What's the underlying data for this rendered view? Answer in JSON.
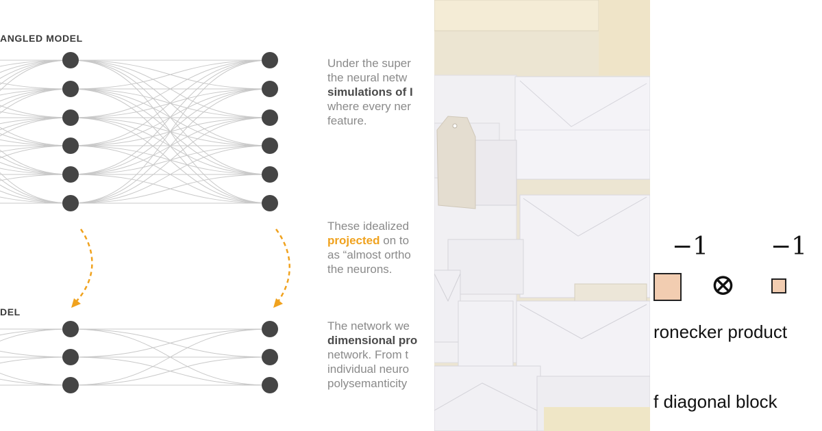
{
  "left_panel": {
    "top_label": "ANGLED MODEL",
    "bottom_label": "DEL",
    "paragraphs": [
      {
        "lines": [
          [
            {
              "t": "Under the super",
              "s": "normal"
            }
          ],
          [
            {
              "t": "the neural netw",
              "s": "normal"
            }
          ],
          [
            {
              "t": "simulations of I",
              "s": "bold"
            }
          ],
          [
            {
              "t": "where every ner",
              "s": "normal"
            }
          ],
          [
            {
              "t": "feature.",
              "s": "normal"
            }
          ]
        ]
      },
      {
        "lines": [
          [
            {
              "t": "These idealized",
              "s": "normal"
            }
          ],
          [
            {
              "t": "projected",
              "s": "hl"
            },
            {
              "t": " on to",
              "s": "normal"
            }
          ],
          [
            {
              "t": "as “almost ortho",
              "s": "normal"
            }
          ],
          [
            {
              "t": "the neurons.",
              "s": "normal"
            }
          ]
        ]
      },
      {
        "lines": [
          [
            {
              "t": "The network we",
              "s": "normal"
            }
          ],
          [
            {
              "t": "dimensional pro",
              "s": "bold"
            }
          ],
          [
            {
              "t": "network. From t",
              "s": "normal"
            }
          ],
          [
            {
              "t": "individual neuro",
              "s": "normal"
            }
          ],
          [
            {
              "t": "polysemanticity",
              "s": "normal"
            }
          ]
        ]
      }
    ],
    "colors": {
      "node": "#454545",
      "edge": "#c8c8c8",
      "arrow": "#f0a21e",
      "text": "#8a8a8a",
      "bold": "#4a4a4a",
      "highlight": "#f0a21e"
    }
  },
  "photo_panel": {
    "description_icon": "envelopes-photo"
  },
  "right_panel": {
    "superscript_left": "−1",
    "superscript_right": "−1",
    "operator": "⊗",
    "caption1": "ronecker product",
    "caption2": "f diagonal block",
    "colors": {
      "block_fill": "#f2cdb1",
      "block_stroke": "#222222"
    }
  }
}
